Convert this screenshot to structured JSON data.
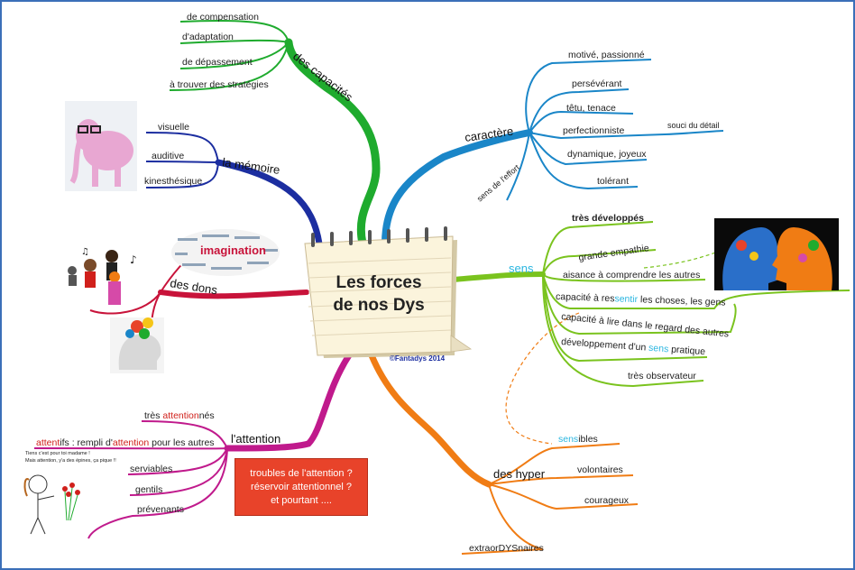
{
  "center": {
    "title_line1": "Les forces",
    "title_line2": "de nos Dys",
    "credit": "©Fantadys 2014"
  },
  "capacites": {
    "label": "des capacités",
    "color": "#1fab2e",
    "items": [
      "de compensation",
      "d'adaptation",
      "de dépassement",
      "à trouver des stratégies"
    ]
  },
  "memoire": {
    "label": "la mémoire",
    "color": "#1c2ea0",
    "items": [
      "visuelle",
      "auditive",
      "kinesthésique"
    ]
  },
  "dons": {
    "label": "des dons",
    "color": "#c8133a",
    "cloud_word": "imagination"
  },
  "attention": {
    "label": "l'attention",
    "color": "#c01a8c",
    "items": [
      {
        "before": "très ",
        "hl": "attention",
        "after": "nés"
      },
      {
        "before": "",
        "hl": "attent",
        "after": "ifs : rempli d'",
        "hl2": "attention",
        "after2": " pour les autres"
      },
      {
        "before": "serviables"
      },
      {
        "before": "gentils"
      },
      {
        "before": "prévenants"
      }
    ],
    "highlight_color": "#d0201b",
    "note_line1": "Tiens c'est pour toi madame !",
    "note_line2": "Mais attention, y'a des épines, ça pique !!"
  },
  "troubles": {
    "line1": "troubles de l'attention ?",
    "line2": "réservoir attentionnel ?",
    "line3": "et pourtant ...."
  },
  "caractere": {
    "label": "caractère",
    "color": "#1a86c8",
    "items": [
      "motivé, passionné",
      "persévérant",
      "têtu, tenace",
      "perfectionniste",
      "dynamique, joyeux",
      "tolérant"
    ],
    "sub_detail": "souci du détail",
    "effort": "sens de l'effort"
  },
  "sens": {
    "label": "sens",
    "color": "#7ac31e",
    "hl_color": "#2bb6e0",
    "items": [
      {
        "text": "très développés",
        "bold": true
      },
      {
        "text": "grande empathie"
      },
      {
        "text": "aisance à comprendre les autres"
      },
      {
        "text": "capacité à res",
        "hl": "sentir",
        "after": " les choses, les gens"
      },
      {
        "text": "capacité à lire dans le regard des autres"
      },
      {
        "text": "développement d'un ",
        "hl": "sens",
        "after": " pratique"
      },
      {
        "text": "très observateur"
      }
    ]
  },
  "hyper": {
    "label": "des hyper",
    "color": "#f07c14",
    "items": [
      {
        "hl": "sens",
        "after": "ibles"
      },
      {
        "after": "volontaires"
      },
      {
        "after": "courageux"
      },
      {
        "after": "extraorDYSnaires"
      }
    ]
  }
}
